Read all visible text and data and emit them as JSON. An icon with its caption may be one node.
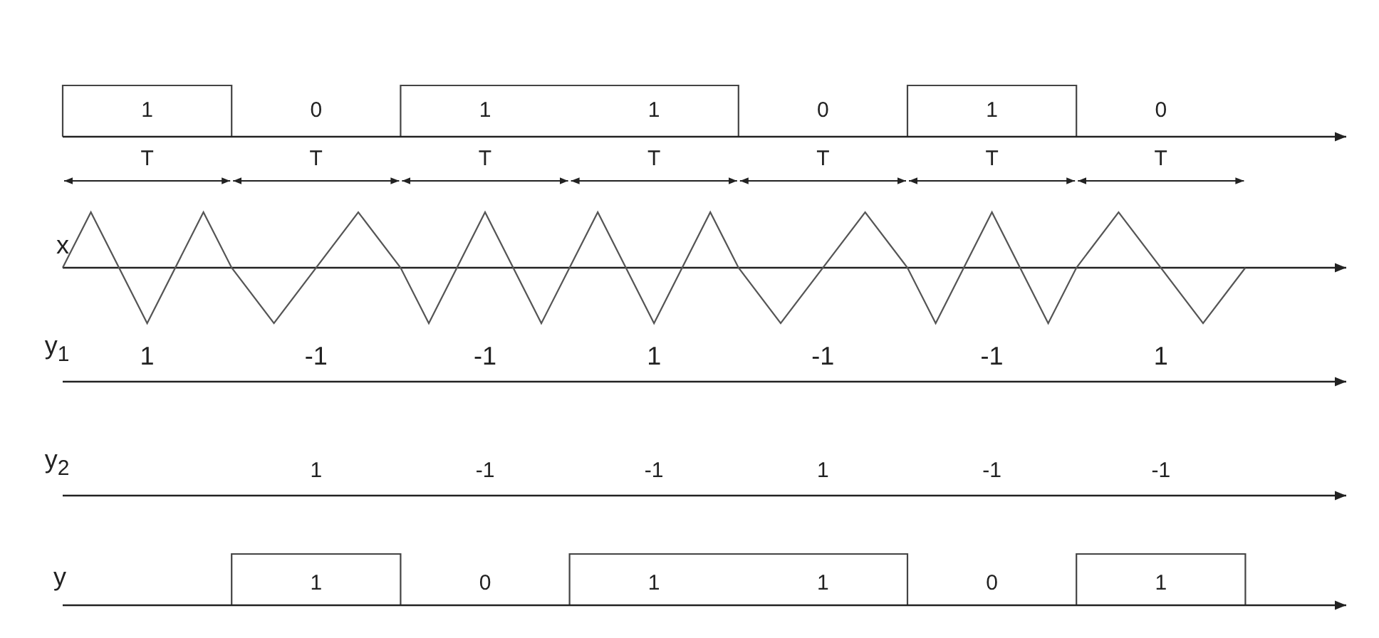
{
  "diagram": {
    "labels": [
      "1",
      "0",
      "1",
      "1",
      "0",
      "1",
      "0",
      "T",
      "T",
      "T",
      "T",
      "T",
      "T",
      "T",
      "x",
      "y$_{1}$",
      "1",
      "-1",
      "-1",
      "1",
      "-1",
      "-1",
      "1",
      "y$_{2}$",
      "1",
      "-1",
      "-1",
      "1",
      "-1",
      "-1",
      "y",
      "1",
      "0",
      "1",
      "1",
      "0",
      "1"
    ]
  }
}
